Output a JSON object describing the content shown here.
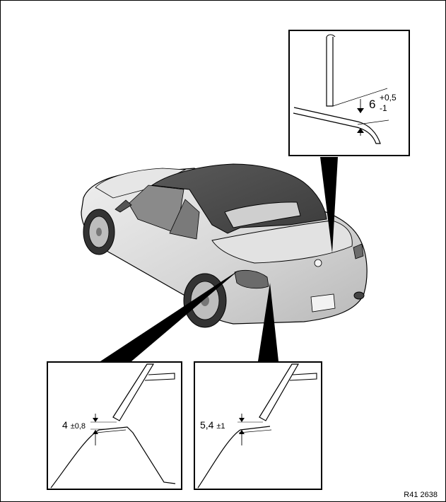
{
  "reference": "R41 2638",
  "dimensions": {
    "rear_left_value": "4",
    "rear_left_tolerance": "±0,8",
    "rear_center_value": "5,4",
    "rear_center_tolerance": "±1",
    "top_value": "6",
    "top_tolerance_upper": "+0,5",
    "top_tolerance_lower": "-1"
  },
  "colors": {
    "roof": "#4a4a4a",
    "body": "#dcdcdc",
    "line": "#000000"
  }
}
